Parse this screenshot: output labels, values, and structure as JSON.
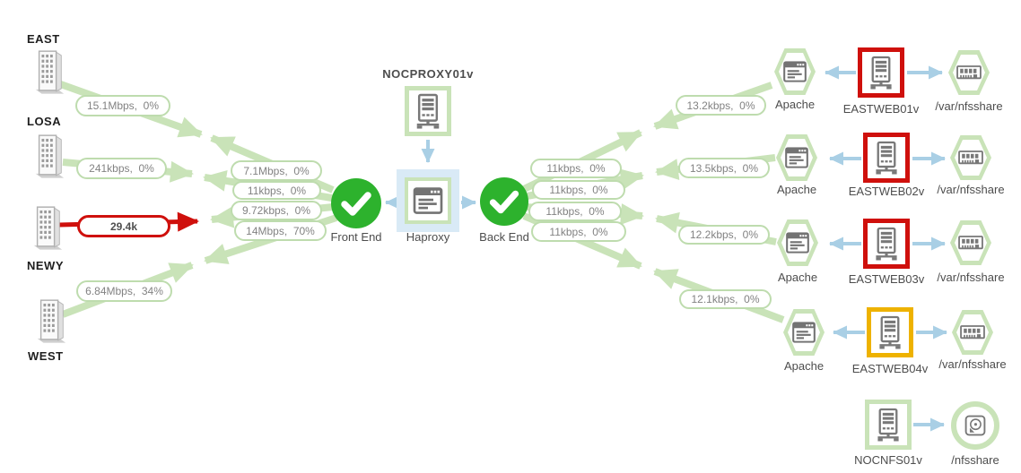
{
  "diagram": {
    "cities": [
      {
        "label": "EAST"
      },
      {
        "label": "LOSA"
      },
      {
        "label": "NEWY"
      },
      {
        "label": "WEST"
      }
    ],
    "city_links": [
      {
        "label": "15.1Mbps,  0%",
        "status": "ok"
      },
      {
        "label": "241kbps,  0%",
        "status": "ok"
      },
      {
        "label": "29.4k",
        "status": "critical"
      },
      {
        "label": "6.84Mbps,  34%",
        "status": "ok"
      }
    ],
    "frontend_links": [
      {
        "label": "7.1Mbps,  0%"
      },
      {
        "label": "11kbps,  0%"
      },
      {
        "label": "9.72kbps,  0%"
      },
      {
        "label": "14Mbps,  70%"
      }
    ],
    "core": {
      "proxy_title": "NOCPROXY01v",
      "service": "Haproxy",
      "frontend": "Front End",
      "backend": "Back End"
    },
    "backend_links": [
      {
        "label": "11kbps,  0%"
      },
      {
        "label": "11kbps,  0%"
      },
      {
        "label": "11kbps,  0%"
      },
      {
        "label": "11kbps,  0%"
      }
    ],
    "web_links": [
      {
        "label": "13.2kbps,  0%"
      },
      {
        "label": "13.5kbps,  0%"
      },
      {
        "label": "12.2kbps,  0%"
      },
      {
        "label": "12.1kbps,  0%"
      }
    ],
    "web_rows": [
      {
        "app": "Apache",
        "server": "EASTWEB01v",
        "share": "/var/nfsshare",
        "status": "critical"
      },
      {
        "app": "Apache",
        "server": "EASTWEB02v",
        "share": "/var/nfsshare",
        "status": "critical"
      },
      {
        "app": "Apache",
        "server": "EASTWEB03v",
        "share": "/var/nfsshare",
        "status": "critical"
      },
      {
        "app": "Apache",
        "server": "EASTWEB04v",
        "share": "/var/nfsshare",
        "status": "warning"
      }
    ],
    "nfs": {
      "server": "NOCNFS01v",
      "share": "/nfsshare"
    },
    "colors": {
      "link_ok": "#c9e3b8",
      "link_critical": "#cf100c",
      "status_ok": "#2db22d",
      "status_warning": "#eeb200",
      "flow_blue": "#a9cfe5",
      "selection_blue": "#d9eaf6",
      "pill_text": "#828282"
    }
  }
}
